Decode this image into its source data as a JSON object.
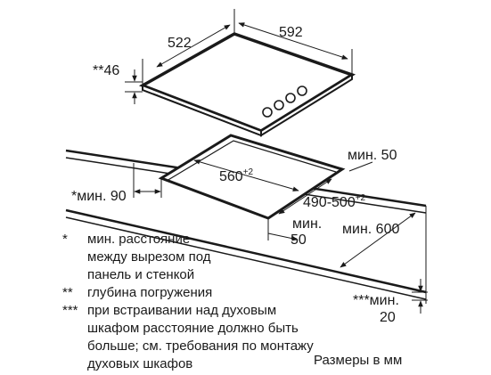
{
  "hob": {
    "depth": "522",
    "width": "592",
    "immersion_depth": "**46"
  },
  "cutout": {
    "width": "560",
    "width_tolerance": "+2",
    "depth": "490-500",
    "depth_tolerance": "+2",
    "min_dist_wall": "*мин. 90",
    "min_dist_right_label": "мин. 50",
    "min_dist_front_label": "мин.",
    "min_dist_front_value": "50",
    "min_worktop_depth": "мин. 600",
    "min_oven_label": "***мин.",
    "min_oven_value": "20"
  },
  "notes": [
    {
      "mark": "*",
      "lines": [
        "мин. расстояние",
        "между вырезом под",
        "панель и стенкой"
      ]
    },
    {
      "mark": "**",
      "lines": [
        "глубина погружения"
      ]
    },
    {
      "mark": "***",
      "lines": [
        "при встраивании над духовым",
        "шкафом расстояние должно быть",
        "больше; см. требования по монтажу",
        "духовых шкафов"
      ]
    }
  ],
  "units_note": "Размеры в мм"
}
